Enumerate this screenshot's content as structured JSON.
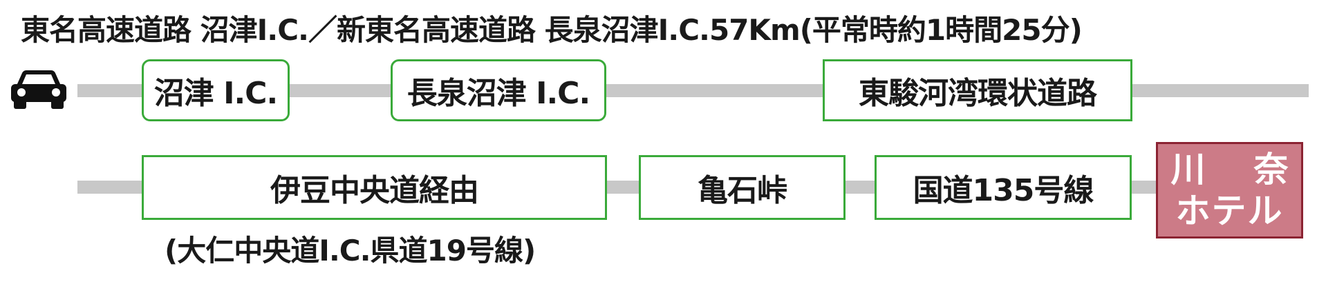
{
  "route_title": "東名高速道路 沼津I.C.／新東名高速道路  長泉沼津I.C.57Km(平常時約1時間25分)",
  "row1": {
    "numazu_ic": "沼津 I.C.",
    "nagaizumi_ic": "長泉沼津 I.C.",
    "higashi_surugawan": "東駿河湾環状道路"
  },
  "row2": {
    "izu_chuo": "伊豆中央道経由",
    "kameishi": "亀石峠",
    "route135": "国道135号線",
    "hotel_line1": "川奈",
    "hotel_line2": "ホテル"
  },
  "via_note": "(大仁中央道I.C.県道19号線)",
  "colors": {
    "road": "#c8c8c8",
    "box_border": "#3aaa3a",
    "hotel_fill": "#cc7b87",
    "hotel_border": "#8b2332"
  },
  "icons": {
    "start": "car-icon"
  }
}
